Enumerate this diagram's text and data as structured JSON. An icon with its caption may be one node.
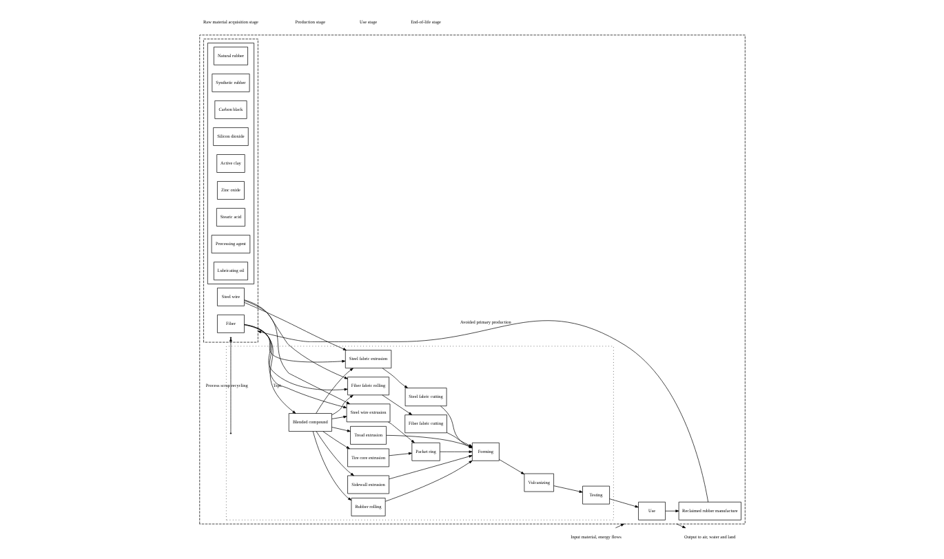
{
  "diagram": {
    "nodes": [
      {
        "text": [],
        "shape": "box"
      },
      {
        "text": [
          "Input material, energy flows"
        ]
      },
      {
        "text": [
          "Output to air, water and land"
        ]
      },
      {
        "text": [],
        "shape": "box",
        "in": 0
      },
      {
        "text": [],
        "shape": "box",
        "in": 3
      },
      {
        "text": [
          "Natural rubber"
        ],
        "in": 4
      },
      {
        "text": [
          "Synthetic rubber"
        ],
        "in": 4
      },
      {
        "text": [
          "Carbon black"
        ],
        "in": 4
      },
      {
        "text": [
          "Silicon dioxide"
        ],
        "in": 4
      },
      {
        "text": [
          "Active clay"
        ],
        "in": 4
      },
      {
        "text": [
          "Zinc oxide"
        ],
        "in": 4
      },
      {
        "text": [
          "Stearic acid"
        ],
        "in": 4
      },
      {
        "text": [
          "Processing agent"
        ],
        "in": 4
      },
      {
        "text": [
          "Lubricating oil"
        ],
        "in": 4
      },
      {
        "text": [
          "Fiber"
        ],
        "in": 3
      },
      {
        "text": [
          "Steel wire"
        ],
        "in": 3
      },
      {
        "text": [],
        "shape": "box",
        "in": 0
      },
      {
        "text": [
          "Blended compound"
        ],
        "in": 16
      },
      {
        "text": [
          "Rubber rolling"
        ],
        "in": 16
      },
      {
        "text": [
          "Tread extrusion"
        ],
        "in": 16
      },
      {
        "text": [
          "Sidewall extrusion"
        ],
        "in": 16
      },
      {
        "text": [
          "Tire core extrusion"
        ],
        "in": 16
      },
      {
        "text": [
          "Steel wire extrusion"
        ],
        "in": 16
      },
      {
        "text": [
          "Fiber fabric rolling"
        ],
        "in": 16
      },
      {
        "text": [
          "Steel fabric extrusion"
        ],
        "in": 16
      },
      {
        "text": [
          "Packet ring"
        ],
        "in": 16
      },
      {
        "text": [
          "Fiber fabric cutting"
        ],
        "in": 16
      },
      {
        "text": [
          "Steel fabric cutting"
        ],
        "in": 16
      },
      {
        "text": [
          "Forming"
        ],
        "in": 16
      },
      {
        "text": [
          "Vulcanizing"
        ],
        "in": 16
      },
      {
        "text": [
          "Testing"
        ],
        "in": 16
      },
      {
        "text": [
          "Use"
        ],
        "in": 0
      },
      {
        "text": [
          "Reclaimed rubber manufacture"
        ],
        "in": 0
      }
    ],
    "edges": [
      {
        "from": 1,
        "to": 0,
        "arrow": "to"
      },
      {
        "from": 0,
        "to": 2,
        "arrow": "to"
      },
      {
        "from": 3,
        "to": 17,
        "arrow": "to",
        "label": "Tspt."
      },
      {
        "from": 17,
        "to": 18,
        "arrow": "to"
      },
      {
        "from": 17,
        "to": 19,
        "arrow": "to"
      },
      {
        "from": 17,
        "to": 20,
        "arrow": "to"
      },
      {
        "from": 17,
        "to": 21,
        "arrow": "to"
      },
      {
        "from": 17,
        "to": 22,
        "arrow": "to"
      },
      {
        "from": 17,
        "to": 23,
        "arrow": "to"
      },
      {
        "from": 17,
        "to": 24,
        "arrow": "to"
      },
      {
        "from": 14,
        "to": 22,
        "arrow": "to"
      },
      {
        "from": 14,
        "to": 23,
        "arrow": "to"
      },
      {
        "from": 14,
        "to": 24,
        "arrow": "to"
      },
      {
        "from": 15,
        "to": 22,
        "arrow": "to"
      },
      {
        "from": 15,
        "to": 23,
        "arrow": "to"
      },
      {
        "from": 15,
        "to": 24,
        "arrow": "to"
      },
      {
        "from": 21,
        "to": 25,
        "arrow": "to"
      },
      {
        "from": 22,
        "to": 25,
        "arrow": "to"
      },
      {
        "from": 23,
        "to": 26,
        "arrow": "to"
      },
      {
        "from": 24,
        "to": 27,
        "arrow": "to"
      },
      {
        "from": 18,
        "to": 28,
        "arrow": "to"
      },
      {
        "from": 19,
        "to": 28,
        "arrow": "to"
      },
      {
        "from": 20,
        "to": 28,
        "arrow": "to"
      },
      {
        "from": 25,
        "to": 28,
        "arrow": "to"
      },
      {
        "from": 26,
        "to": 28,
        "arrow": "to"
      },
      {
        "from": 27,
        "to": 28,
        "arrow": "to"
      },
      {
        "from": 28,
        "to": 29,
        "arrow": "to"
      },
      {
        "from": 29,
        "to": 30,
        "arrow": "to"
      },
      {
        "from": 30,
        "to": 31,
        "arrow": "to"
      },
      {
        "from": 31,
        "to": 32,
        "arrow": "to"
      },
      {
        "from": 16,
        "to": 3,
        "arrow": "to",
        "label": "Process scrap recycling"
      },
      {
        "from": 32,
        "to": 3,
        "arrow": "to",
        "label": "Avoided primary production"
      }
    ],
    "labels": [
      "Raw material acquisition stage",
      "Production stage",
      "Use stage",
      "End-of-life stage"
    ]
  }
}
